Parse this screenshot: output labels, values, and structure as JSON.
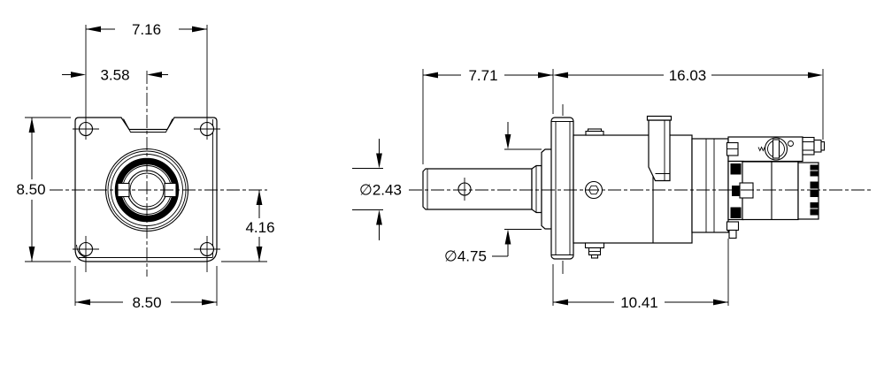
{
  "colors": {
    "line": "#000000",
    "dim_text": "#000000",
    "background": "#ffffff"
  },
  "front_view": {
    "dimensions": {
      "bolt_spacing_width": "7.16",
      "bolt_to_centerline": "3.58",
      "plate_height": "8.50",
      "centerline_to_bottom": "4.16",
      "plate_width": "8.50"
    }
  },
  "side_view": {
    "dimensions": {
      "shaft_protrusion": "7.71",
      "overall_body_length": "16.03",
      "shaft_diameter": "∅2.43",
      "pilot_diameter": "∅4.75",
      "front_housing_length": "10.41"
    }
  }
}
